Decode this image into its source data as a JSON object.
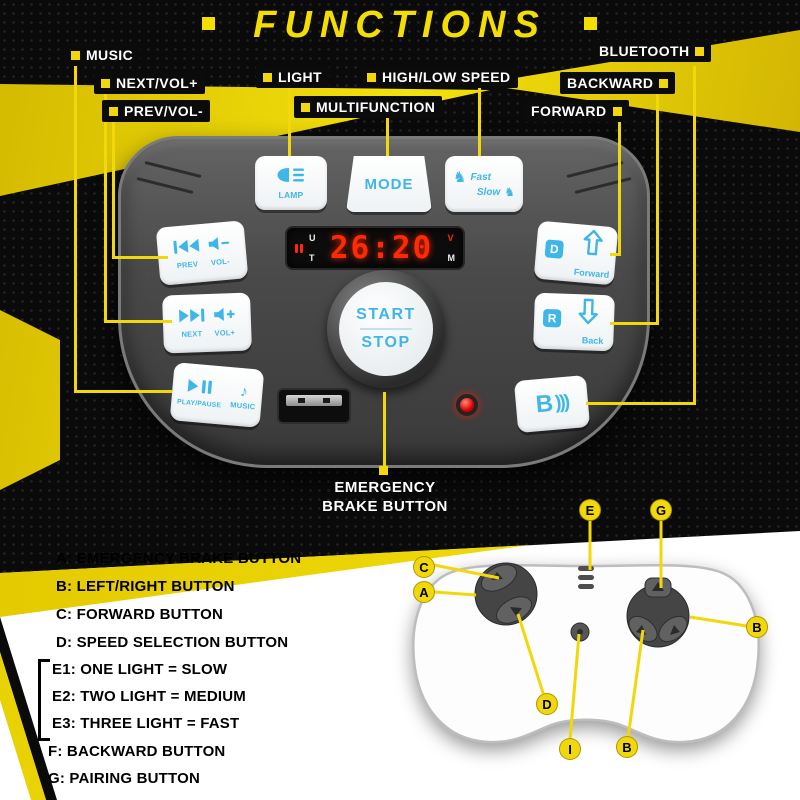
{
  "title": "FUNCTIONS",
  "colors": {
    "accent_yellow": "#f2d80a",
    "icon_blue": "#3fb6e8",
    "display_red": "#ff2a00"
  },
  "callouts": {
    "music": "MUSIC",
    "next_vol": "NEXT/VOL+",
    "prev_vol": "PREV/VOL-",
    "light": "LIGHT",
    "multifunction": "MULTIFUNCTION",
    "high_low_speed": "HIGH/LOW SPEED",
    "bluetooth": "BLUETOOTH",
    "backward": "BACKWARD",
    "forward": "FORWARD",
    "emergency_line1": "EMERGENCY",
    "emergency_line2": "BRAKE BUTTON"
  },
  "panel": {
    "lamp": "LAMP",
    "mode": "MODE",
    "fast": "Fast",
    "slow": "Slow",
    "horse": "♞",
    "display_time": "26:20",
    "display_u": "U",
    "display_t": "T",
    "display_v": "V",
    "display_m": "M",
    "prev": "PREV",
    "vol_minus": "VOL-",
    "next": "NEXT",
    "vol_plus": "VOL+",
    "play_pause": "PLAY/PAUSE",
    "music": "MUSIC",
    "music_note": "♪",
    "start": "START",
    "stop": "STOP",
    "d": "D",
    "forward": "Forward",
    "r": "R",
    "back": "Back",
    "b": "B",
    "bt_waves": ")))"
  },
  "legend": {
    "a": "A: EMERGENCY BRAKE BUTTON",
    "b": "B: LEFT/RIGHT BUTTON",
    "c": "C: FORWARD BUTTON",
    "d": "D: SPEED SELECTION BUTTON",
    "e1": "E1: ONE LIGHT = SLOW",
    "e2": "E2: TWO LIGHT = MEDIUM",
    "e3": "E3: THREE LIGHT = FAST",
    "f": "F: BACKWARD BUTTON",
    "g": "G: PAIRING BUTTON"
  },
  "remote_markers": {
    "e": "E",
    "g": "G",
    "c": "C",
    "a": "A",
    "d": "D",
    "i": "I",
    "b_bottom": "B",
    "b_right": "B"
  }
}
